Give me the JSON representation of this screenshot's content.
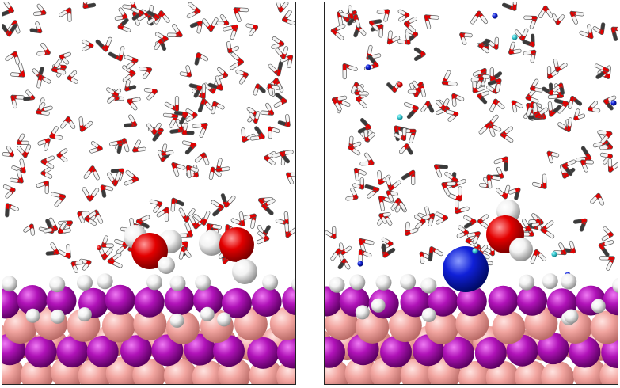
{
  "figure": {
    "panels": [
      {
        "id": "left",
        "large_species": "water-molecules-pair"
      },
      {
        "id": "right",
        "large_species": "blue-ion-and-water"
      }
    ],
    "colors": {
      "oxygen": "#e30000",
      "hydrogen": "#f2f2f2",
      "bond_dark": "#3a3a3a",
      "surface_top": "#b012b8",
      "surface_mid": "#f2a5a0",
      "cation": "#1020d8",
      "small_ion": "#40d0d8",
      "border": "#222222"
    }
  }
}
